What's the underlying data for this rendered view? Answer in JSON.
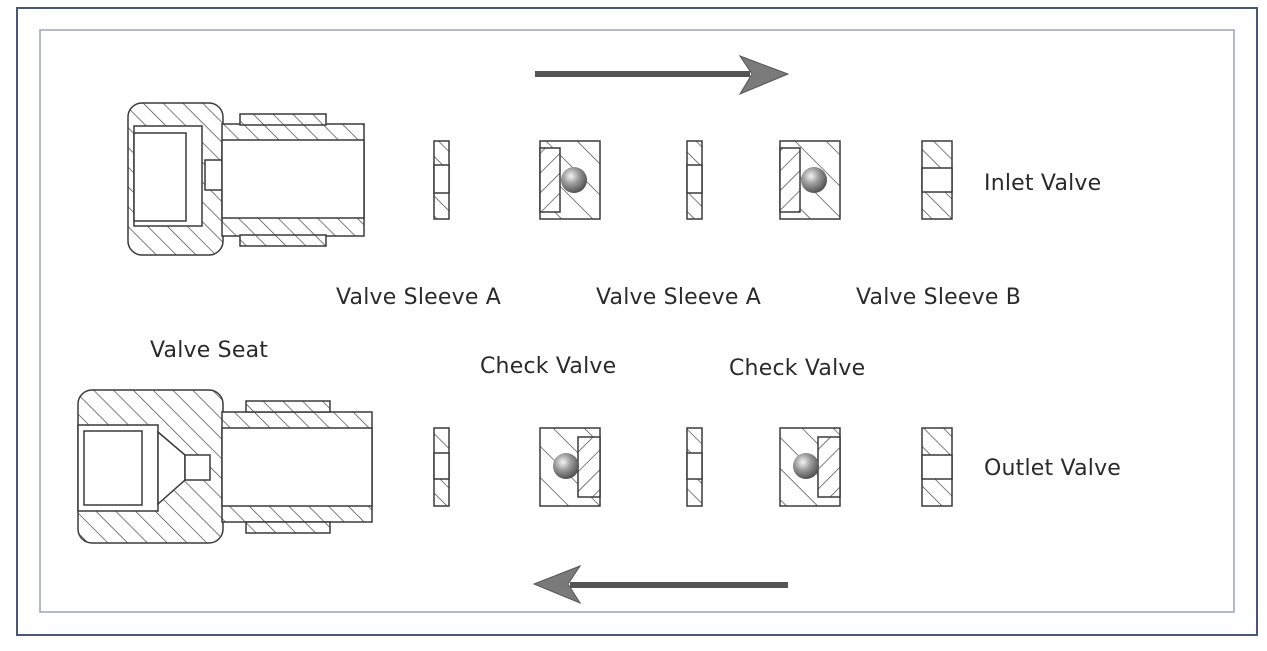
{
  "labels": {
    "inlet_valve": "Inlet Valve",
    "outlet_valve": "Outlet Valve",
    "valve_seat": "Valve Seat",
    "sleeve_a_1": "Valve Sleeve A",
    "sleeve_a_2": "Valve Sleeve A",
    "sleeve_b": "Valve Sleeve B",
    "check_valve_1": "Check Valve",
    "check_valve_2": "Check Valve"
  },
  "colors": {
    "frame": "#4a5878",
    "inner_frame": "#9aa3b5",
    "line": "#3a3a3a",
    "arrow": "#555555",
    "ball": "#8a8a8a"
  },
  "flow": {
    "top_row": "left-to-right",
    "bottom_row": "right-to-left"
  }
}
